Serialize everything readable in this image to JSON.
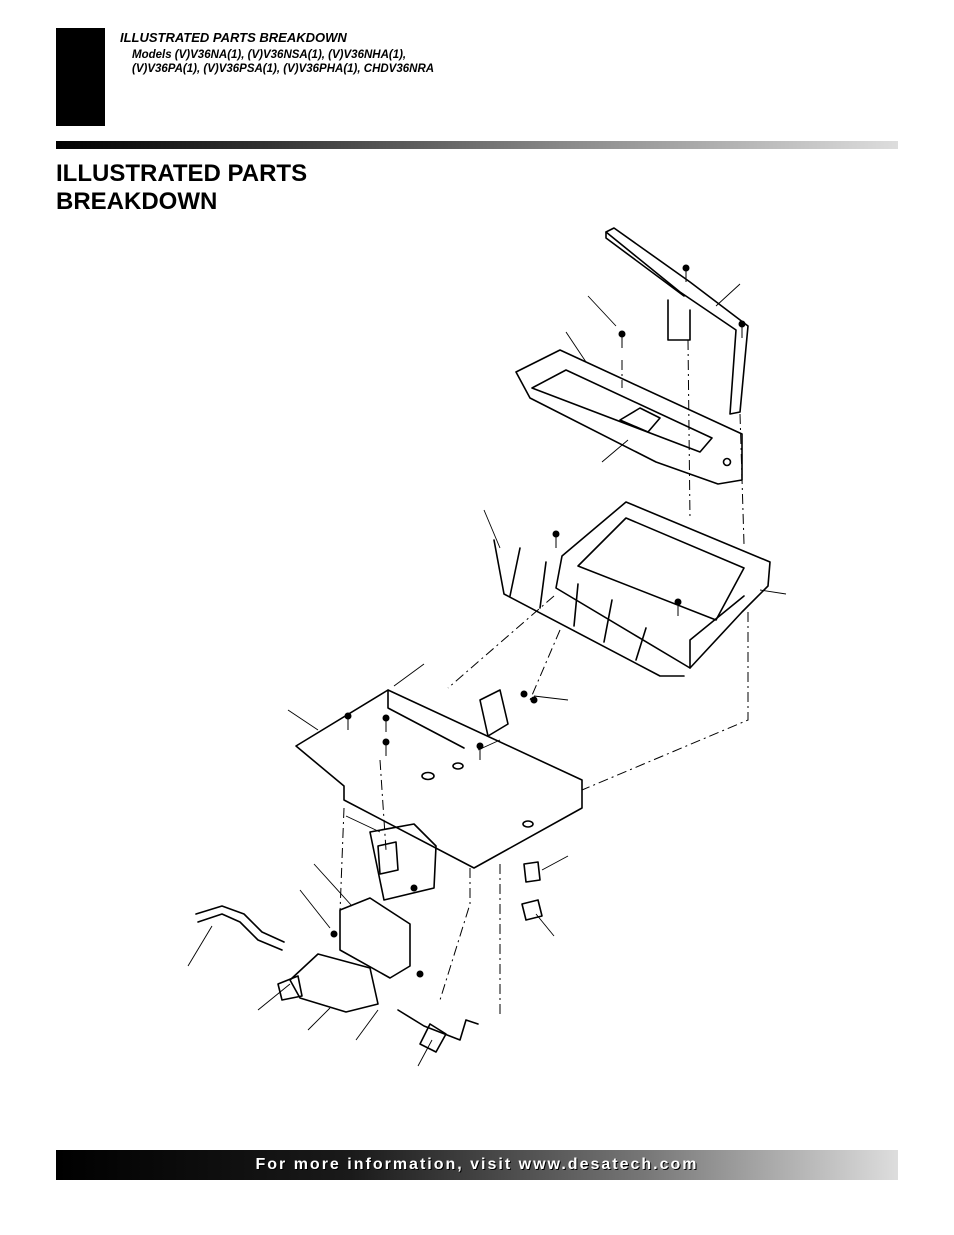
{
  "header": {
    "section_title": "ILLUSTRATED PARTS BREAKDOWN",
    "models_line1": "Models (V)V36NA(1), (V)V36NSA(1), (V)V36NHA(1),",
    "models_line2": "(V)V36PA(1), (V)V36PSA(1), (V)V36PHA(1), CHDV36NRA"
  },
  "page": {
    "title_line1": "ILLUSTRATED PARTS",
    "title_line2": "BREAKDOWN"
  },
  "footer": {
    "text": "For more information, visit www.desatech.com"
  }
}
